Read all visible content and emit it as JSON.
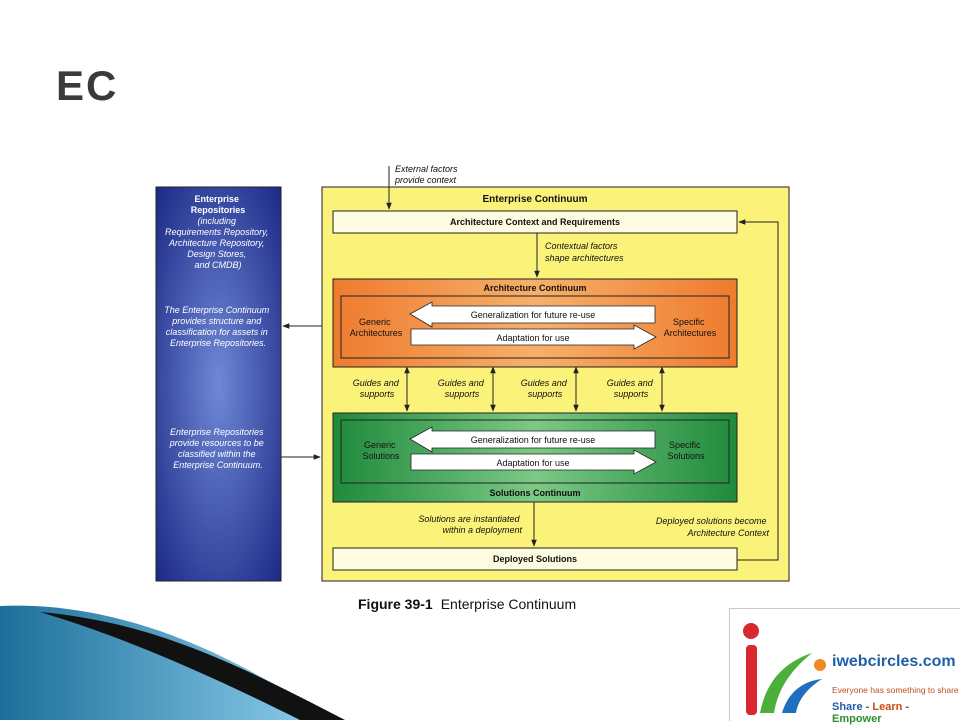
{
  "slide": {
    "title": "EC"
  },
  "diagram": {
    "external_note": [
      "External factors",
      "provide context"
    ],
    "repositories": {
      "heading": [
        "Enterprise",
        "Repositories"
      ],
      "list": [
        "(including",
        "Requirements Repository,",
        "Architecture Repository,",
        "Design Stores,",
        "and CMDB)"
      ],
      "note1": [
        "The Enterprise Continuum",
        "provides structure and",
        "classification for assets in",
        "Enterprise Repositories."
      ],
      "note2": [
        "Enterprise Repositories",
        "provide resources to be",
        "classified within the",
        "Enterprise Continuum."
      ]
    },
    "enterprise_continuum": "Enterprise Continuum",
    "arch_context": "Architecture Context and Requirements",
    "contextual_note": [
      "Contextual factors",
      "shape architectures"
    ],
    "architecture_continuum": {
      "title": "Architecture Continuum",
      "left": [
        "Generic",
        "Architectures"
      ],
      "right": [
        "Specific",
        "Architectures"
      ],
      "arrow_left": "Generalization for future re-use",
      "arrow_right": "Adaptation for use"
    },
    "guides": [
      "Guides and",
      "supports"
    ],
    "solutions_continuum": {
      "title": "Solutions Continuum",
      "left": [
        "Generic",
        "Solutions"
      ],
      "right": [
        "Specific",
        "Solutions"
      ],
      "arrow_left": "Generalization for future re-use",
      "arrow_right": "Adaptation for use"
    },
    "instantiated_note": [
      "Solutions are instantiated",
      "within a deployment"
    ],
    "deployed_note": [
      "Deployed solutions become",
      "Architecture Context"
    ],
    "deployed": "Deployed Solutions",
    "colors": {
      "yellow": "#fbf27a",
      "orange": "#f28a3c",
      "green": "#2f9a49",
      "navy": "#283593"
    }
  },
  "caption": {
    "figure": "Figure 39-1",
    "text": "Enterprise Continuum"
  },
  "logo": {
    "name": "iwebcircles.com",
    "tagline": "Everyone has something to share",
    "slogan": [
      "Share",
      "Learn",
      "Empower"
    ]
  }
}
